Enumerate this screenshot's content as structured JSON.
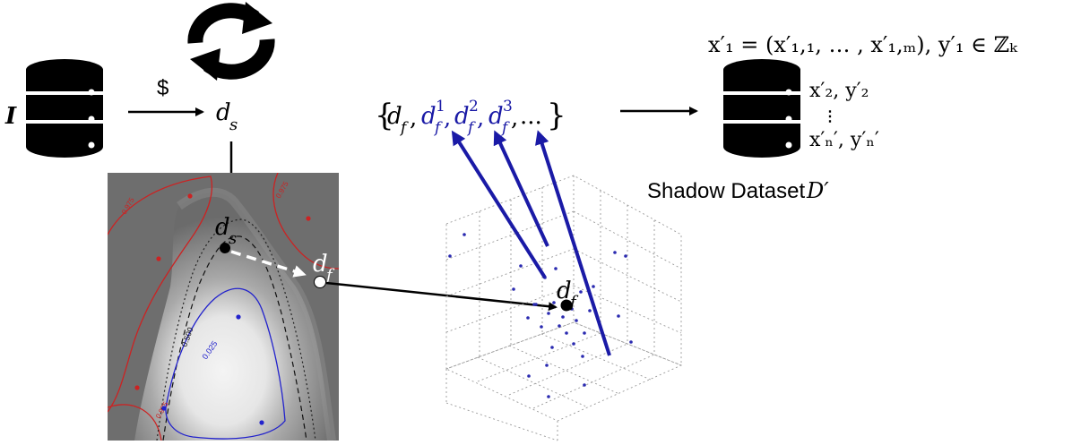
{
  "source_label": "I",
  "cost_label": "$",
  "seed_label": "d",
  "seed_sub": "s",
  "seed_plot_label": "d",
  "seed_plot_sub": "s",
  "found_label": "d",
  "found_sub": "f",
  "found_3d_label": "d",
  "found_3d_sub": "f",
  "set_label": "{d_f, d_f^1, d_f^2, d_f^3, ...}",
  "set_items": [
    {
      "base": "d",
      "sub": "f",
      "sup": "",
      "color": "#000000"
    },
    {
      "base": "d",
      "sub": "f",
      "sup": "1",
      "color": "#1a1aa6"
    },
    {
      "base": "d",
      "sub": "f",
      "sup": "2",
      "color": "#1a1aa6"
    },
    {
      "base": "d",
      "sub": "f",
      "sup": "3",
      "color": "#1a1aa6"
    }
  ],
  "set_ellipsis": "...",
  "shadow_dataset_label": "Shadow Dataset",
  "shadow_dataset_symbol": "D′",
  "record_1": "x′₁ = (x′₁,₁, … , x′₁,ₘ), y′₁ ∈ ℤₖ",
  "record_2": "x′₂, y′₂",
  "record_dots": "⋮",
  "record_n": "x′ₙ′, y′ₙ′",
  "contours": {
    "red_outer": "0.975",
    "red_right": "0.975",
    "black_mid": "0.500",
    "blue_inner": "0.025",
    "red_bottom": "0.975"
  },
  "colors": {
    "blue": "#1a1aa6",
    "red": "#cc2222",
    "arrow": "#000000"
  }
}
